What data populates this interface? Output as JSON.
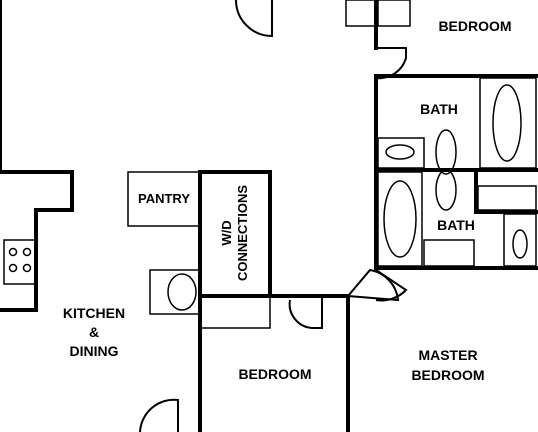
{
  "rooms": {
    "bedroom_top": "BEDROOM",
    "bath_upper": "BATH",
    "bath_lower": "BATH",
    "pantry": "PANTRY",
    "wd_line1": "W/D",
    "wd_line2": "CONNECTIONS",
    "kitchen_line1": "KITCHEN",
    "kitchen_line2": "&",
    "kitchen_line3": "DINING",
    "bedroom_bottom": "BEDROOM",
    "master_line1": "MASTER",
    "master_line2": "BEDROOM"
  },
  "colors": {
    "wall": "#000000",
    "background": "#ffffff"
  }
}
